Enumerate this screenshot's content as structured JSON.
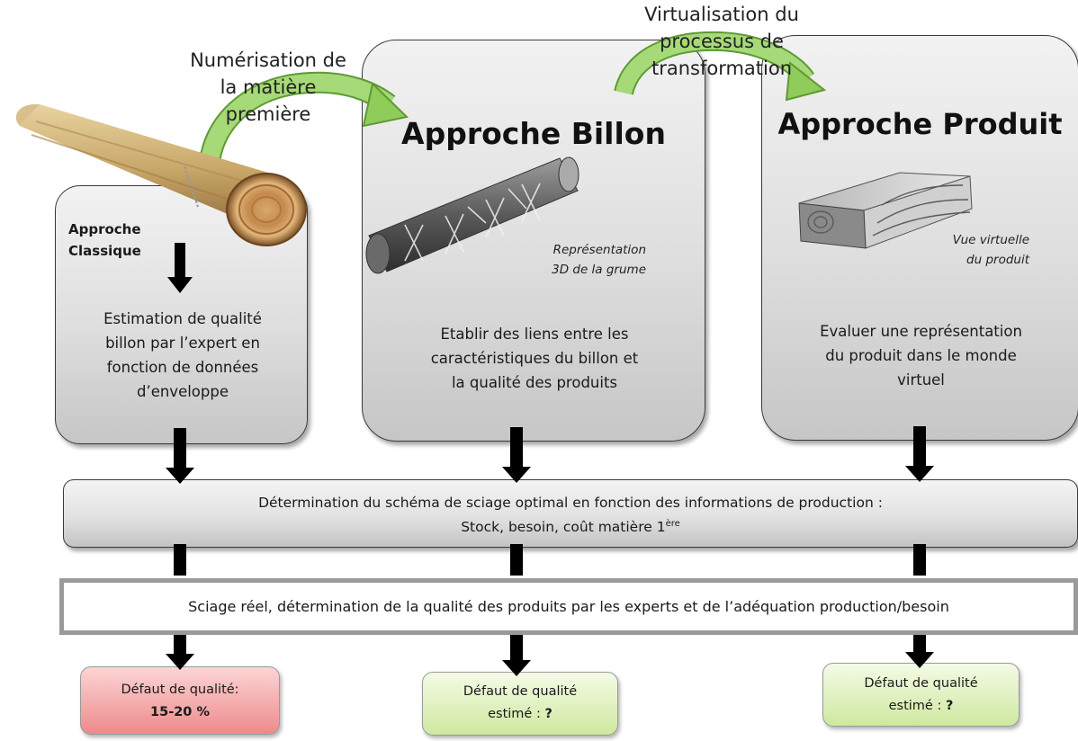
{
  "labels": {
    "numerisation": [
      "Numérisation de",
      "la matière",
      "première"
    ],
    "virtualisation": [
      "Virtualisation du",
      "processus de",
      "transformation"
    ]
  },
  "classique": {
    "title": [
      "Approche",
      "Classique"
    ],
    "description": [
      "Estimation de qualité",
      "billon par l’expert en",
      "fonction de données",
      "d’enveloppe"
    ]
  },
  "billon": {
    "title": "Approche Billon",
    "caption": [
      "Représentation",
      "3D de la grume"
    ],
    "description": [
      "Etablir des liens entre les",
      "caractéristiques du billon et",
      "la qualité des produits"
    ]
  },
  "produit": {
    "title": "Approche Produit",
    "caption": [
      "Vue virtuelle",
      "du produit"
    ],
    "description": [
      "Evaluer une représentation",
      "du produit dans le monde",
      "virtuel"
    ]
  },
  "sciage_optimal": {
    "line1": "Détermination du schéma de sciage optimal en fonction des informations de production :",
    "line2": "Stock, besoin, coût matière 1",
    "line2_sup": "ère"
  },
  "sciage_reel": "Sciage réel, détermination de la qualité des produits par les experts et de l’adéquation production/besoin",
  "results": {
    "classique": {
      "line1": "Défaut de qualité:",
      "line2": "15-20 %"
    },
    "billon": {
      "line1": "Défaut de qualité",
      "line2_prefix": "estimé : ",
      "line2_value": "?"
    },
    "produit": {
      "line1": "Défaut de qualité",
      "line2_prefix": "estimé : ",
      "line2_value": "?"
    }
  },
  "colors": {
    "panel_border": "#3a3a3a",
    "arrow": "#000000",
    "curved_arrow": "#8fcc5a",
    "result_red": "#ee8a8a",
    "result_green": "#cfe8a0",
    "frame_gray": "#9a9a9a"
  },
  "icons": {
    "log": "wood-log-image",
    "billon_3d": "3d-log-scan-image",
    "produit_3d": "virtual-board-image"
  }
}
